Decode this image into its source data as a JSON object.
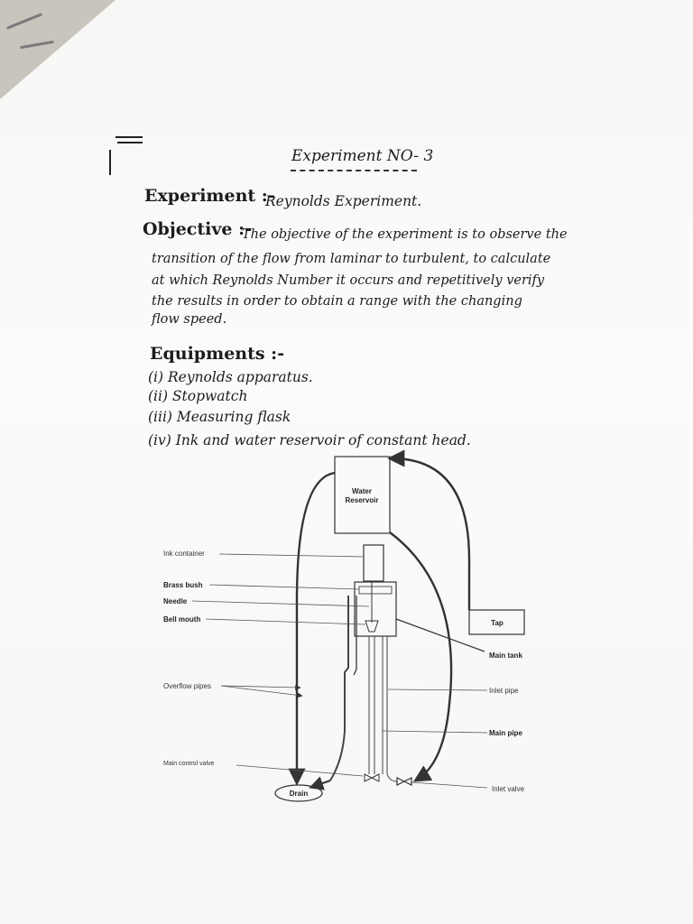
{
  "header": {
    "title": "Experiment NO- 3"
  },
  "experiment": {
    "label": "Experiment :-",
    "value": "Reynolds Experiment."
  },
  "objective": {
    "label": "Objective :-",
    "lines": [
      "The objective of the experiment is to observe the",
      "transition of the flow from laminar to turbulent, to calculate",
      "at which Reynolds Number it occurs and repetitively verify",
      "the results in order to obtain a range with the changing",
      "flow speed."
    ]
  },
  "equipments": {
    "label": "Equipments :-",
    "items": [
      "(i) Reynolds apparatus.",
      "(ii) Stopwatch",
      "(iii) Measuring flask",
      "(iv) Ink and water reservoir of constant head."
    ]
  },
  "diagram": {
    "reservoir": [
      "Water",
      "Reservoir"
    ],
    "tap": "Tap",
    "drain": "Drain",
    "left_labels": [
      "Ink container",
      "Brass bush",
      "Needle",
      "Bell mouth",
      "Overflow pipes",
      "Main control valve"
    ],
    "right_labels": [
      "Main tank",
      "Inlet pipe",
      "Main pipe",
      "Inlet valve"
    ]
  }
}
